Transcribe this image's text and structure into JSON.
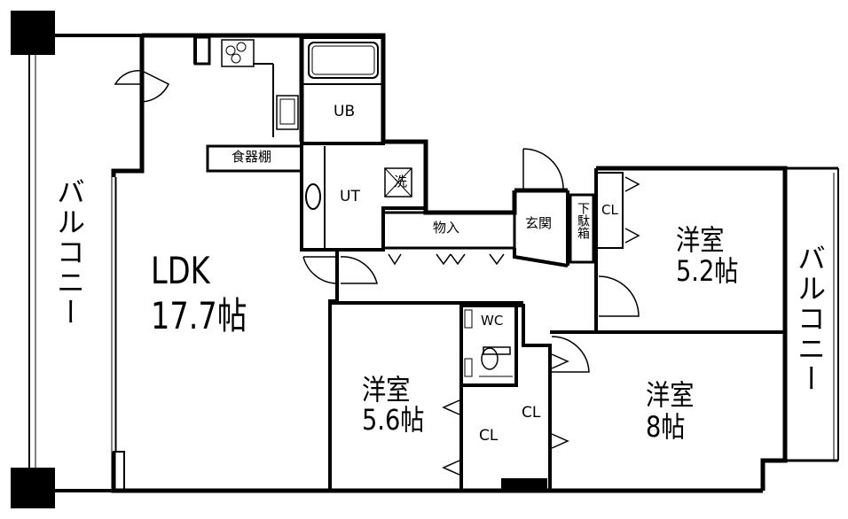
{
  "rooms": {
    "ldk_name": "LDK",
    "ldk_size": "17.7帖",
    "western1_name": "洋室",
    "western1_size": "5.2帖",
    "western2_name": "洋室",
    "western2_size": "5.6帖",
    "western3_name": "洋室",
    "western3_size": "8帖"
  },
  "labels": {
    "balcony_left": "バルコニー",
    "balcony_right": "バルコニー",
    "ub": "UB",
    "ut": "UT",
    "wash": "洗",
    "dish_shelf": "食器棚",
    "storage": "物入",
    "entrance": "玄関",
    "shoe_box": "下駄箱",
    "wc": "WC",
    "cl_top": "CL",
    "cl_mid": "CL",
    "cl_bottom": "CL"
  }
}
